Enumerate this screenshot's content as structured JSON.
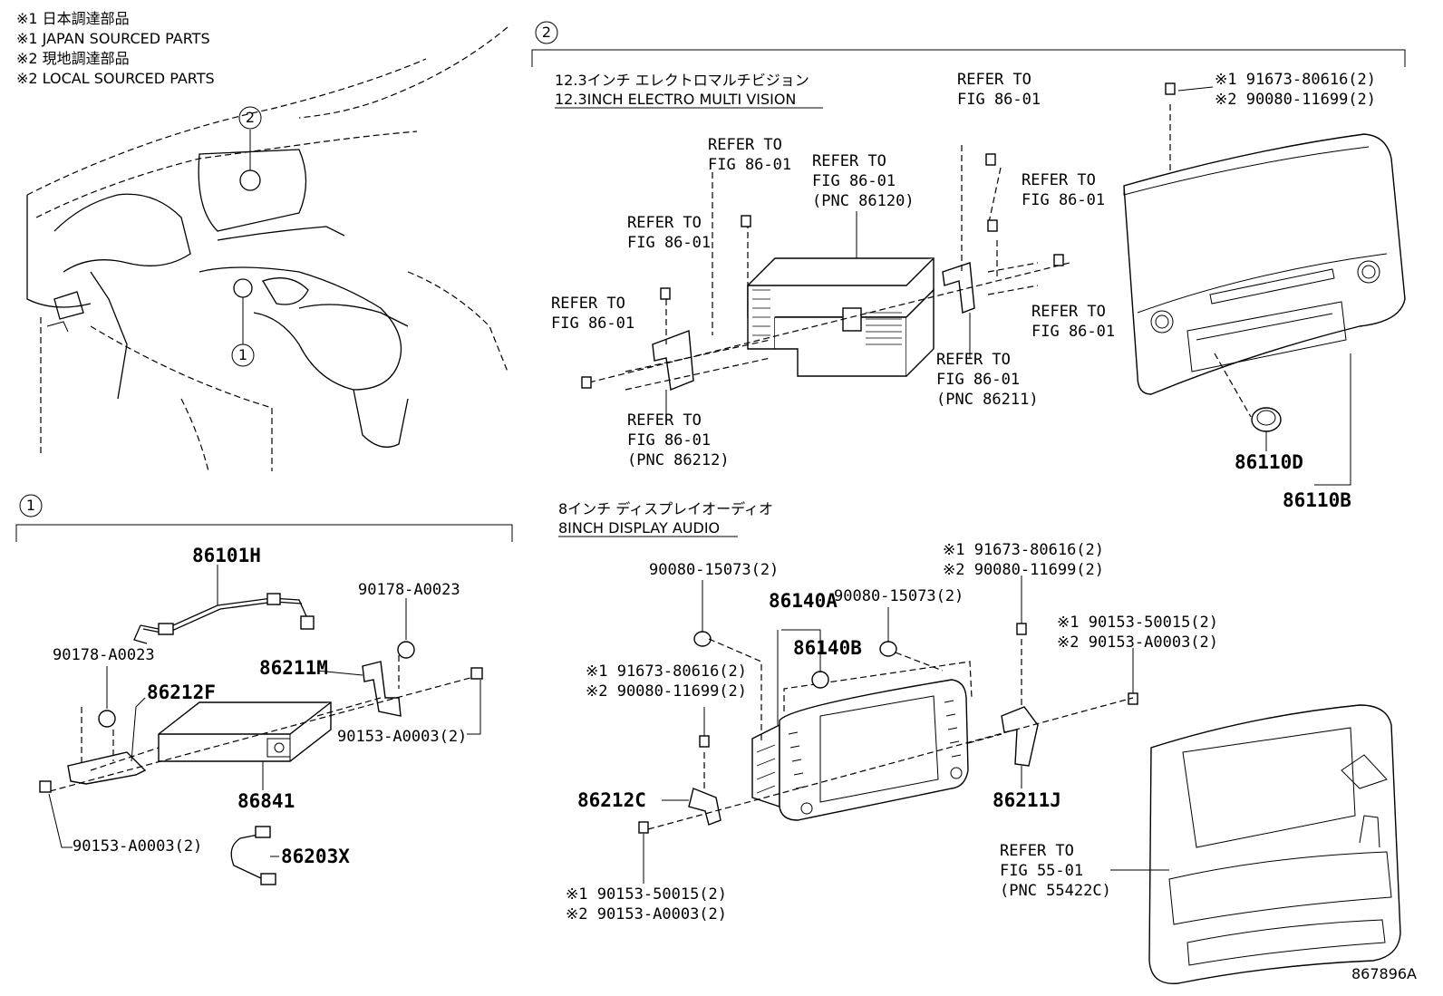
{
  "notes": [
    "※1 日本調達部品",
    "※1 JAPAN SOURCED PARTS",
    "※2 現地調達部品",
    "※2 LOCAL SOURCED PARTS"
  ],
  "markers": {
    "one": "1",
    "two": "2"
  },
  "section2": {
    "title_jp": "12.3インチ エレクトロマルチビジョン",
    "title_en": "12.3INCH ELECTRO MULTI VISION",
    "refs": {
      "r1": [
        "REFER TO",
        "FIG 86-01"
      ],
      "r2": [
        "REFER TO",
        "FIG 86-01"
      ],
      "r3": [
        "REFER TO",
        "FIG 86-01",
        "(PNC 86120)"
      ],
      "r4": [
        "REFER TO",
        "FIG 86-01"
      ],
      "r5": [
        "REFER TO",
        "FIG 86-01"
      ],
      "r6": [
        "REFER TO",
        "FIG 86-01"
      ],
      "r7": [
        "REFER TO",
        "FIG 86-01",
        "(PNC 86212)"
      ],
      "r8": [
        "REFER TO",
        "FIG 86-01",
        "(PNC 86211)"
      ],
      "r9": [
        "REFER TO",
        "FIG 86-01"
      ]
    },
    "bolt_note": [
      "※1 91673-80616(2)",
      "※2 90080-11699(2)"
    ],
    "part_86110D": "86110D",
    "part_86110B": "86110B"
  },
  "section8": {
    "title_jp": "8インチ ディスプレイオーディオ",
    "title_en": "8INCH DISPLAY AUDIO",
    "p_90080_a": "90080-15073(2)",
    "p_86140A": "86140A",
    "p_90080_b": "90080-15073(2)",
    "p_86140B": "86140B",
    "note_top": [
      "※1 91673-80616(2)",
      "※2 90080-11699(2)"
    ],
    "note_right": [
      "※1 90153-50015(2)",
      "※2 90153-A0003(2)"
    ],
    "note_left": [
      "※1 91673-80616(2)",
      "※2 90080-11699(2)"
    ],
    "p_86212C": "86212C",
    "p_86211J": "86211J",
    "note_bottom": [
      "※1 90153-50015(2)",
      "※2 90153-A0003(2)"
    ],
    "ref": [
      "REFER TO",
      "FIG 55-01",
      "(PNC 55422C)"
    ]
  },
  "section1": {
    "p_86101H": "86101H",
    "p_90178_a": "90178-A0023",
    "p_90178_b": "90178-A0023",
    "p_86211M": "86211M",
    "p_86212F": "86212F",
    "p_90153_r": "90153-A0003(2)",
    "p_86841": "86841",
    "p_90153_l": "90153-A0003(2)",
    "p_86203X": "86203X"
  },
  "figure_id": "867896A"
}
